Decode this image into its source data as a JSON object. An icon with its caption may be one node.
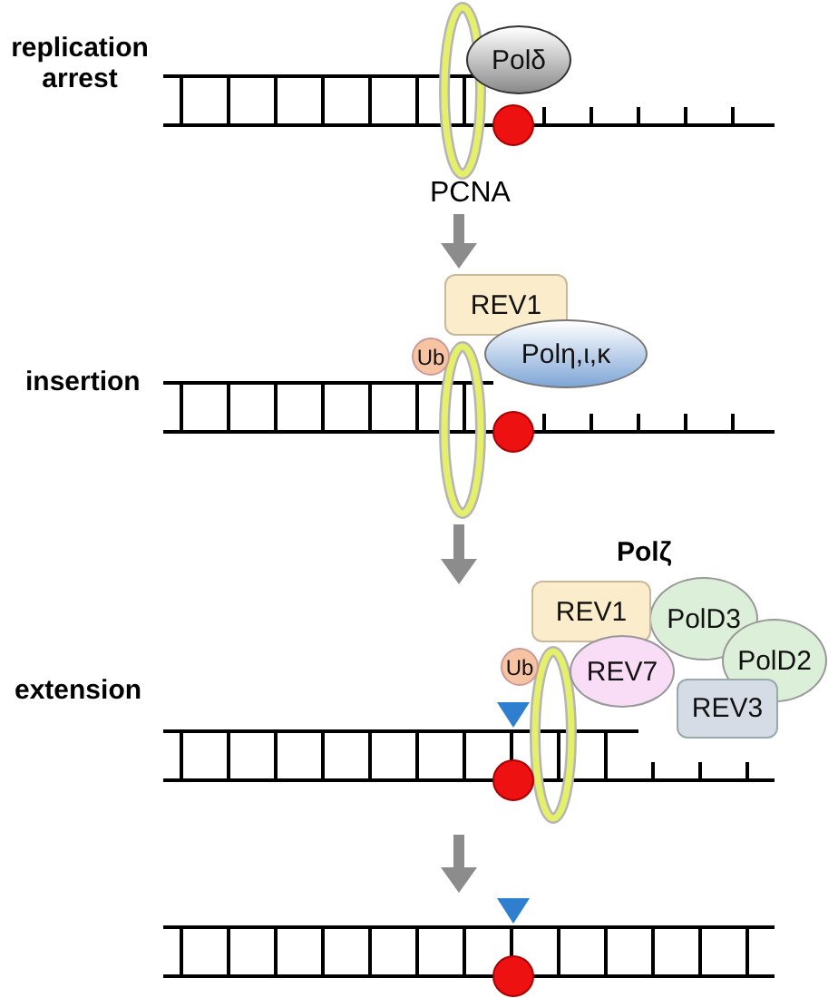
{
  "diagram": {
    "nodes": [
      {
        "text": [
          "Polδ"
        ]
      },
      {
        "text": [
          "REV1"
        ]
      },
      {
        "text": [
          "Ub"
        ]
      },
      {
        "text": [
          "Polη,ι,κ"
        ]
      },
      {
        "text": [
          "REV1"
        ]
      },
      {
        "text": [
          "Ub"
        ]
      },
      {
        "text": [
          "PolD3"
        ]
      },
      {
        "text": [
          "PolD2"
        ]
      },
      {
        "text": [
          "REV7"
        ]
      },
      {
        "text": [
          "REV3"
        ]
      }
    ],
    "labels": [
      "replication arrest",
      "PCNA",
      "insertion",
      "Polζ",
      "extension"
    ]
  }
}
